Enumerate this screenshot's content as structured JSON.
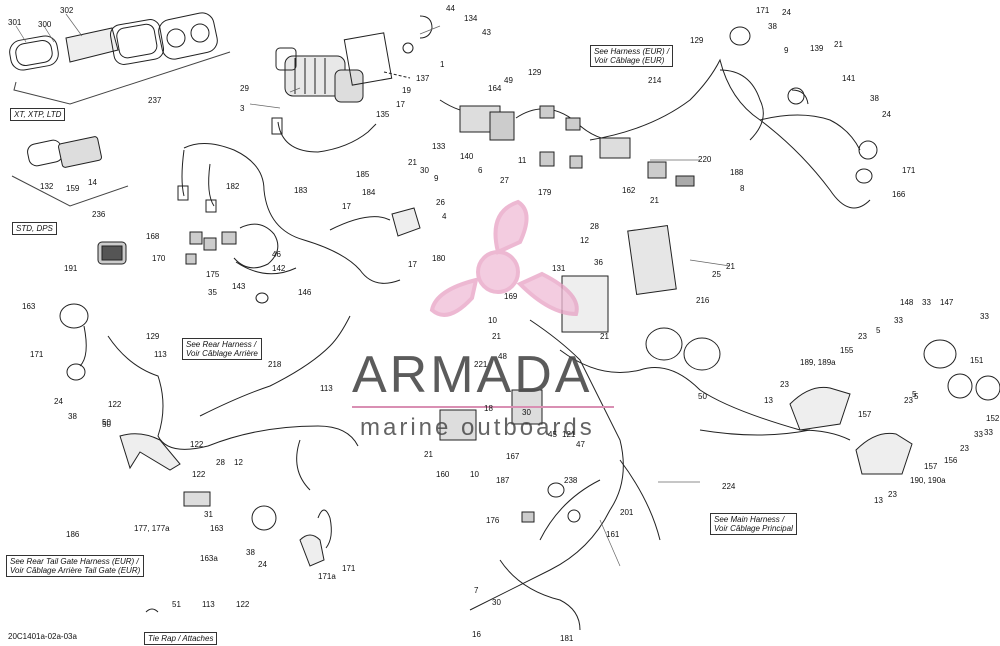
{
  "diagram_code": "20C1401a-02a-03a",
  "watermark": {
    "brand": "ARMADA",
    "tagline": "marine outboards",
    "brand_color": "#e7a1c4",
    "text_color": "#4a4a4a"
  },
  "callout_boxes": {
    "xt_box": "XT, XTP, LTD",
    "std_box": "STD, DPS",
    "harness_eur_1": "See Harness (EUR) /",
    "harness_eur_2": "Voir Câblage (EUR)",
    "rear_harness_1": "See Rear Harness /",
    "rear_harness_2": "Voir Câblage Arrière",
    "main_harness_1": "See Main Harness /",
    "main_harness_2": "Voir Câblage Principal",
    "tailgate_1": "See Rear Tail Gate Harness (EUR) /",
    "tailgate_2": "Voir Câblage Arrière Tail Gate (EUR)",
    "tie_rap": "Tie Rap / Attaches"
  },
  "labels": [
    "301",
    "300",
    "302",
    "237",
    "29",
    "3",
    "44",
    "134",
    "43",
    "137",
    "19",
    "17",
    "135",
    "1",
    "164",
    "49",
    "129",
    "133",
    "140",
    "6",
    "27",
    "11",
    "179",
    "220",
    "188",
    "8",
    "214",
    "129",
    "171",
    "24",
    "38",
    "9",
    "139",
    "21",
    "141",
    "38",
    "24",
    "171",
    "166",
    "182",
    "183",
    "185",
    "184",
    "30",
    "9",
    "26",
    "4",
    "17",
    "180",
    "168",
    "170",
    "175",
    "46",
    "142",
    "143",
    "35",
    "146",
    "17",
    "21",
    "12",
    "36",
    "28",
    "162",
    "21",
    "25",
    "21",
    "216",
    "131",
    "169",
    "10",
    "21",
    "21",
    "163",
    "129",
    "113",
    "171",
    "24",
    "38",
    "218",
    "113",
    "122",
    "50",
    "122",
    "28",
    "12",
    "31",
    "163",
    "163a",
    "38",
    "24",
    "171",
    "171a",
    "186",
    "177, 177a",
    "50",
    "122",
    "51",
    "113",
    "122",
    "48",
    "221",
    "18",
    "30",
    "45",
    "121",
    "47",
    "21",
    "10",
    "160",
    "167",
    "187",
    "238",
    "201",
    "176",
    "161",
    "7",
    "30",
    "16",
    "181",
    "224",
    "50",
    "148",
    "33",
    "147",
    "23",
    "5",
    "33",
    "155",
    "189, 189a",
    "33",
    "151",
    "13",
    "23",
    "157",
    "5",
    "152",
    "23",
    "33",
    "13",
    "23",
    "157",
    "156",
    "190, 190a",
    "5",
    "23",
    "33",
    "132",
    "159",
    "14",
    "236",
    "191"
  ]
}
